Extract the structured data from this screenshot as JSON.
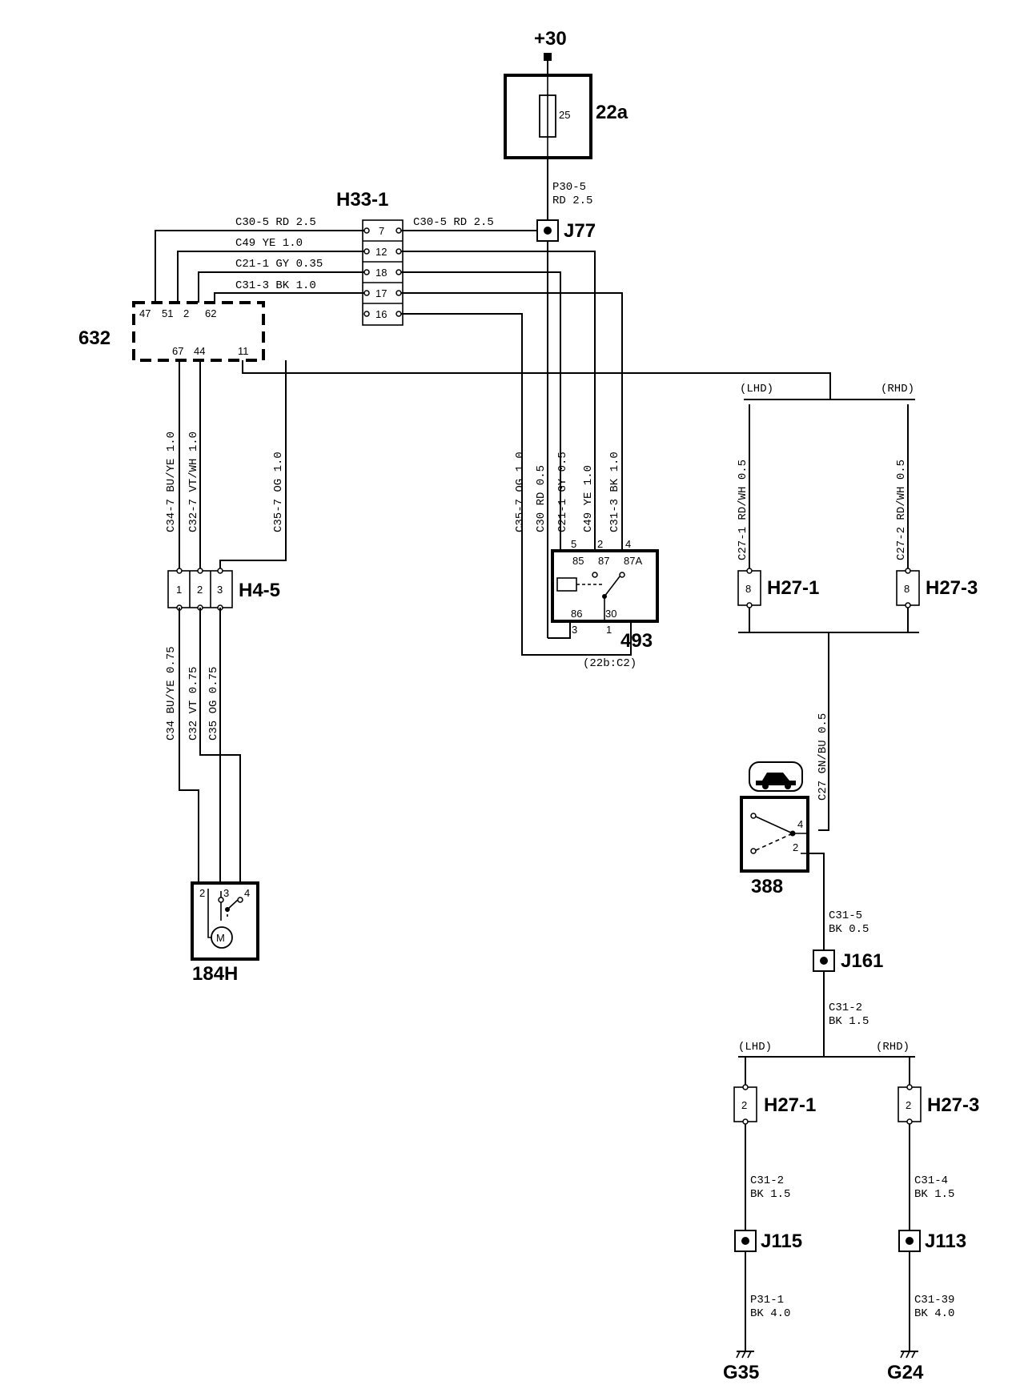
{
  "supply": "+30",
  "fuse": {
    "id": "22a",
    "rating": "25"
  },
  "junctions": {
    "j77": "J77",
    "j161": "J161",
    "j115": "J115",
    "j113": "J113"
  },
  "connector_h33": {
    "id": "H33-1",
    "pins": [
      "7",
      "12",
      "18",
      "17",
      "16"
    ]
  },
  "module_632": {
    "id": "632",
    "pins_top": [
      "47",
      "51",
      "2",
      "62"
    ],
    "pins_bottom": [
      "67",
      "44",
      "11"
    ]
  },
  "connector_h4": {
    "id": "H4-5",
    "pins": [
      "1",
      "2",
      "3"
    ]
  },
  "relay": {
    "id": "493",
    "pins_top": [
      "85",
      "87",
      "87A"
    ],
    "pins_bottom": [
      "86",
      "30"
    ],
    "wire_pins_top": [
      "5",
      "2",
      "4"
    ],
    "wire_pins_bottom": [
      "3",
      "1"
    ],
    "ref": "(22b:C2)"
  },
  "motor": {
    "id": "184H",
    "pins": [
      "2",
      "3",
      "4"
    ],
    "symbol": "M"
  },
  "switch_388": {
    "id": "388",
    "pins": [
      "4",
      "2"
    ]
  },
  "h27_top": {
    "left": "H27-1",
    "right": "H27-3",
    "pin": "8",
    "lhd": "(LHD)",
    "rhd": "(RHD)"
  },
  "h27_bottom": {
    "left": "H27-1",
    "right": "H27-3",
    "pin": "2",
    "lhd": "(LHD)",
    "rhd": "(RHD)"
  },
  "grounds": {
    "left": "G35",
    "right": "G24"
  },
  "wire_labels": {
    "p30_5": "P30-5",
    "p30_5_spec": "RD 2.5",
    "h33_left": [
      "C30-5  RD  2.5",
      "C49  YE  1.0",
      "C21-1  GY  0.35",
      "C31-3  BK  1.0"
    ],
    "h33_right": "C30-5  RD  2.5",
    "c34_7": "C34-7  BU/YE  1.0",
    "c32_7": "C32-7  VT/WH  1.0",
    "c35_7": "C35-7  OG 1.0",
    "c34": "C34  BU/YE  0.75",
    "c32": "C32  VT  0.75",
    "c35": "C35  OG 0.75",
    "relay_c35_7": "C35-7  OG  1.0",
    "relay_c30": "C30  RD  0.5",
    "relay_c21_1": "C21-1  GY  0.5",
    "relay_c49": "C49  YE  1.0",
    "relay_c31_3": "C31-3  BK  1.0",
    "c27_1": "C27-1  RD/WH  0.5",
    "c27_2": "C27-2  RD/WH  0.5",
    "c27": "C27  GN/BU  0.5",
    "c31_5": "C31-5",
    "c31_5_spec": "BK  0.5",
    "c31_2a": "C31-2",
    "c31_2a_spec": "BK  1.5",
    "c31_2b": "C31-2",
    "c31_2b_spec": "BK  1.5",
    "c31_4": "C31-4",
    "c31_4_spec": "BK  1.5",
    "p31_1": "P31-1",
    "p31_1_spec": "BK  4.0",
    "c31_39": "C31-39",
    "c31_39_spec": "BK  4.0"
  }
}
